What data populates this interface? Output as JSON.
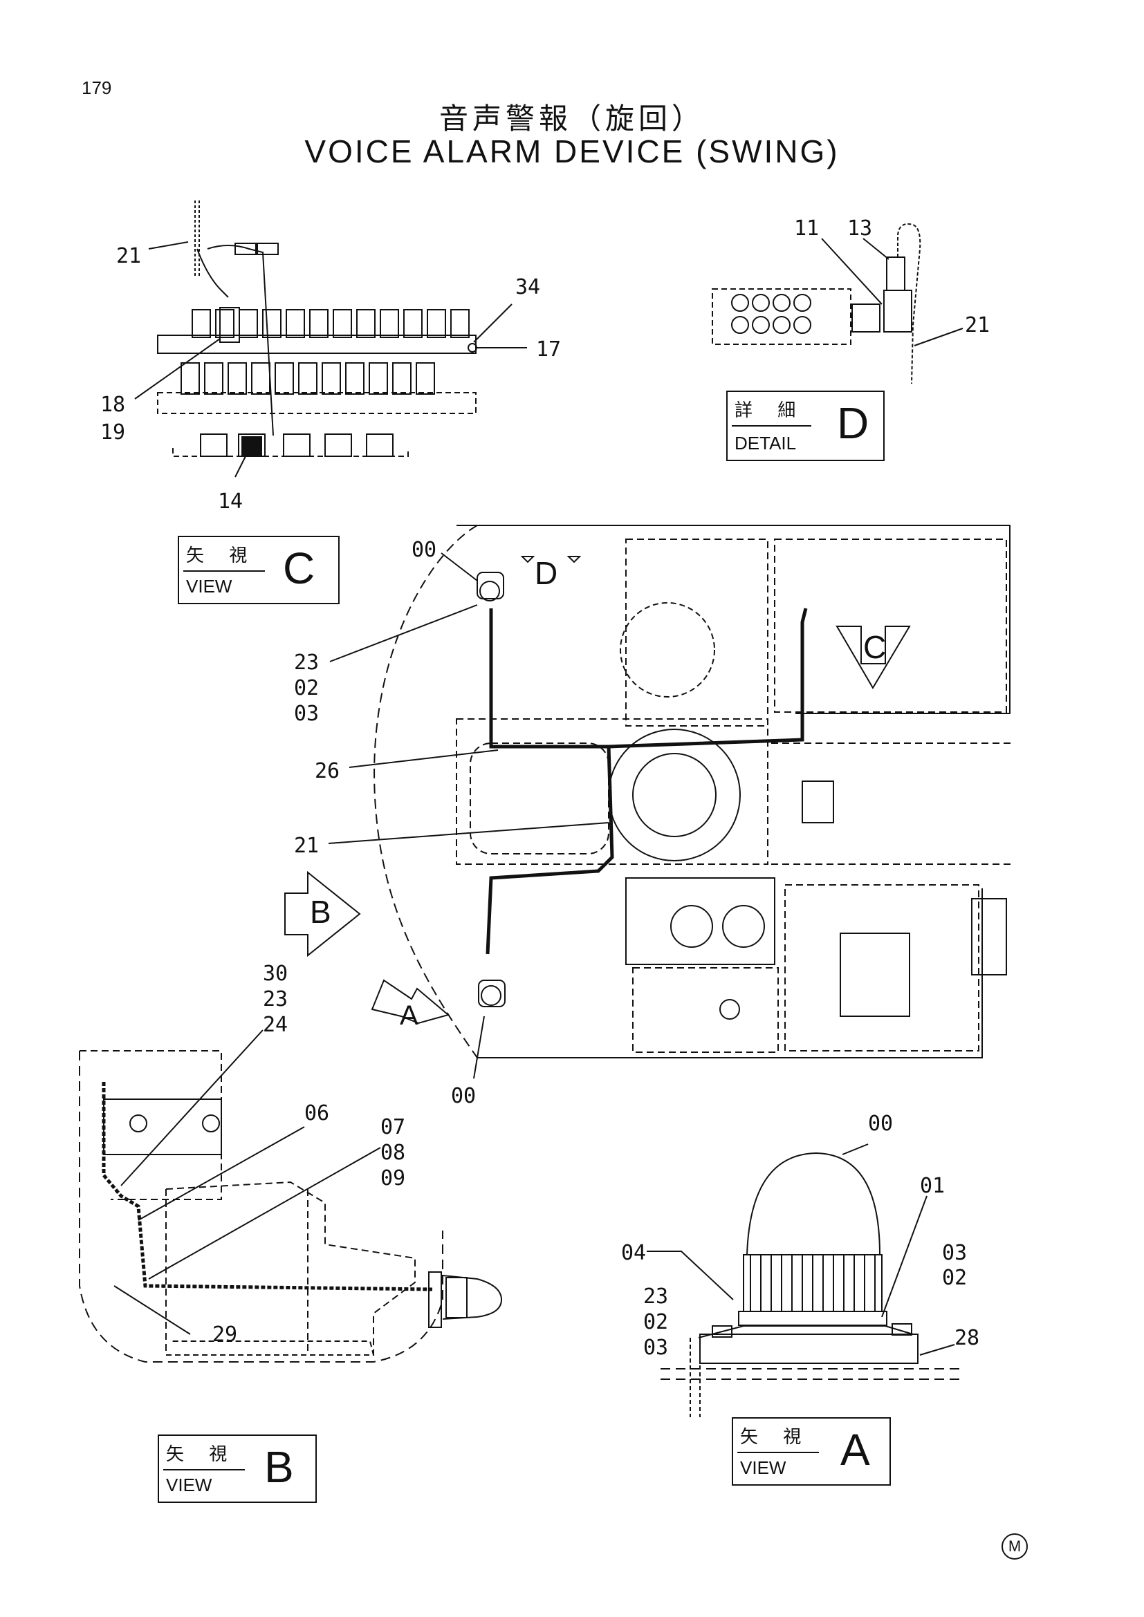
{
  "page_number": "179",
  "title_jp": "音声警報（旋回）",
  "title_en": "VOICE ALARM DEVICE (SWING)",
  "boxes": {
    "detail_d": {
      "jp": "詳 細",
      "en": "DETAIL",
      "letter": "D"
    },
    "view_c": {
      "jp": "矢 視",
      "en": "VIEW",
      "letter": "C"
    },
    "view_b": {
      "jp": "矢 視",
      "en": "VIEW",
      "letter": "B"
    },
    "view_a": {
      "jp": "矢 視",
      "en": "VIEW",
      "letter": "A"
    }
  },
  "arrows": {
    "b": "B",
    "a": "A",
    "c": "C",
    "d": "D"
  },
  "callouts": {
    "c21": "21",
    "c34": "34",
    "c17": "17",
    "c18": "18",
    "c19": "19",
    "c14": "14",
    "d11": "11",
    "d13": "13",
    "d21": "21",
    "m00a": "00",
    "m23": "23",
    "m02": "02",
    "m03": "03",
    "m26": "26",
    "m21": "21",
    "m00b": "00",
    "b30": "30",
    "b23": "23",
    "b24": "24",
    "b06": "06",
    "b07": "07",
    "b08": "08",
    "b09": "09",
    "b29": "29",
    "a00": "00",
    "a01": "01",
    "a04": "04",
    "a03r": "03",
    "a02r": "02",
    "a23": "23",
    "a02l": "02",
    "a03l": "03",
    "a28": "28"
  },
  "corner_mark": "M"
}
